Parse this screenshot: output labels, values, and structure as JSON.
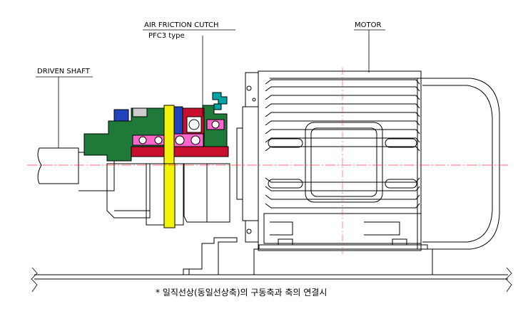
{
  "labels": {
    "clutch_title": "AIR FRICTION CUTCH",
    "clutch_type": "PFC3  type",
    "driven_shaft": "DRIVEN SHAFT",
    "motor": "MOTOR"
  },
  "caption": "* 일직선상(동일선상축)의 구동축과 축의 연결시",
  "colors": {
    "clutch_body": "#1f7a3a",
    "friction_disc": "#f2f20a",
    "piston": "#c8102e",
    "bearing": "#ff66cc",
    "hub": "#2244bb",
    "fitting": "#00a6a6",
    "centerline": "#ff3b3b",
    "outline": "#000000"
  }
}
